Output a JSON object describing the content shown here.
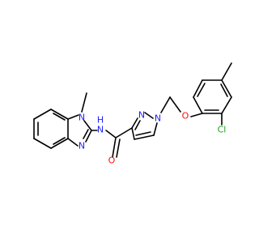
{
  "colors": {
    "carbon": "#000000",
    "nitrogen": "#2020ff",
    "oxygen": "#ff0d0d",
    "chlorine": "#1fa01f",
    "background": "#ffffff"
  },
  "labels": {
    "n_methyl": "N",
    "n_imidazole": "N",
    "nh": "N",
    "h": "H",
    "o_carbonyl": "O",
    "n_pyrazole_2": "N",
    "n_pyrazole_1": "N",
    "o_ether": "O",
    "cl": "Cl"
  }
}
